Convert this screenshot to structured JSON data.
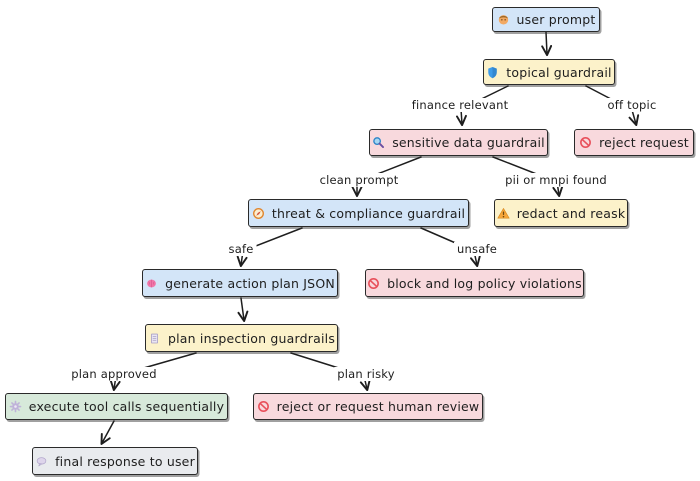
{
  "diagram": {
    "background": "#ffffff",
    "palette": {
      "blue": "#d3e5f8",
      "yellow": "#fcf2ca",
      "pink": "#f8d9dd",
      "green": "#d7e9da",
      "gray": "#e9ebee",
      "stroke": "#1e1e1e",
      "reject_red": "#e8505b",
      "warning_orange": "#f6a73b",
      "shield_blue": "#3d9be9",
      "brain_pink": "#f277a9"
    },
    "nodes": [
      {
        "id": "user_prompt",
        "label": "user prompt",
        "icon": "user-icon",
        "color": "blue"
      },
      {
        "id": "topical_guardrail",
        "label": "topical guardrail",
        "icon": "shield-icon",
        "color": "yellow"
      },
      {
        "id": "sensitive_data_guardrail",
        "label": "sensitive data guardrail",
        "icon": "search-icon",
        "color": "pink"
      },
      {
        "id": "reject_request",
        "label": "reject request",
        "icon": "no-entry-icon",
        "color": "pink"
      },
      {
        "id": "threat_compliance_guardrail",
        "label": "threat & compliance guardrail",
        "icon": "compass-icon",
        "color": "blue"
      },
      {
        "id": "redact_and_reask",
        "label": "redact and reask",
        "icon": "warning-icon",
        "color": "yellow"
      },
      {
        "id": "generate_action_plan",
        "label": "generate action plan JSON",
        "icon": "brain-icon",
        "color": "blue"
      },
      {
        "id": "block_and_log",
        "label": "block and log policy violations",
        "icon": "no-entry-icon",
        "color": "pink"
      },
      {
        "id": "plan_inspection_guardrails",
        "label": "plan inspection guardrails",
        "icon": "receipt-icon",
        "color": "yellow"
      },
      {
        "id": "execute_tool_calls",
        "label": "execute tool calls sequentially",
        "icon": "gear-icon",
        "color": "green"
      },
      {
        "id": "reject_human_review",
        "label": "reject or request human review",
        "icon": "no-entry-icon",
        "color": "pink"
      },
      {
        "id": "final_response",
        "label": "final response to user",
        "icon": "speech-icon",
        "color": "gray"
      }
    ],
    "edges": [
      {
        "from": "user_prompt",
        "to": "topical_guardrail",
        "label": ""
      },
      {
        "from": "topical_guardrail",
        "to": "sensitive_data_guardrail",
        "label": "finance relevant"
      },
      {
        "from": "topical_guardrail",
        "to": "reject_request",
        "label": "off topic"
      },
      {
        "from": "sensitive_data_guardrail",
        "to": "threat_compliance_guardrail",
        "label": "clean prompt"
      },
      {
        "from": "sensitive_data_guardrail",
        "to": "redact_and_reask",
        "label": "pii or mnpi found"
      },
      {
        "from": "threat_compliance_guardrail",
        "to": "generate_action_plan",
        "label": "safe"
      },
      {
        "from": "threat_compliance_guardrail",
        "to": "block_and_log",
        "label": "unsafe"
      },
      {
        "from": "generate_action_plan",
        "to": "plan_inspection_guardrails",
        "label": ""
      },
      {
        "from": "plan_inspection_guardrails",
        "to": "execute_tool_calls",
        "label": "plan approved"
      },
      {
        "from": "plan_inspection_guardrails",
        "to": "reject_human_review",
        "label": "plan risky"
      },
      {
        "from": "execute_tool_calls",
        "to": "final_response",
        "label": ""
      }
    ]
  }
}
